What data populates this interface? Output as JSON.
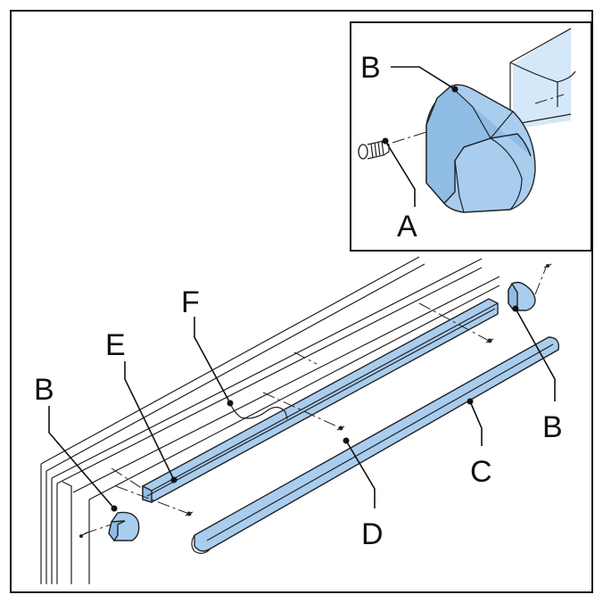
{
  "colors": {
    "part_fill": "#a9cdef",
    "part_shade": "#8fbde6",
    "light_fill": "#d4e8fa",
    "line": "#111111"
  },
  "labels": {
    "inset_b": "B",
    "inset_a": "A",
    "left_b": "B",
    "e": "E",
    "f": "F",
    "right_b": "B",
    "c": "C",
    "d": "D"
  }
}
